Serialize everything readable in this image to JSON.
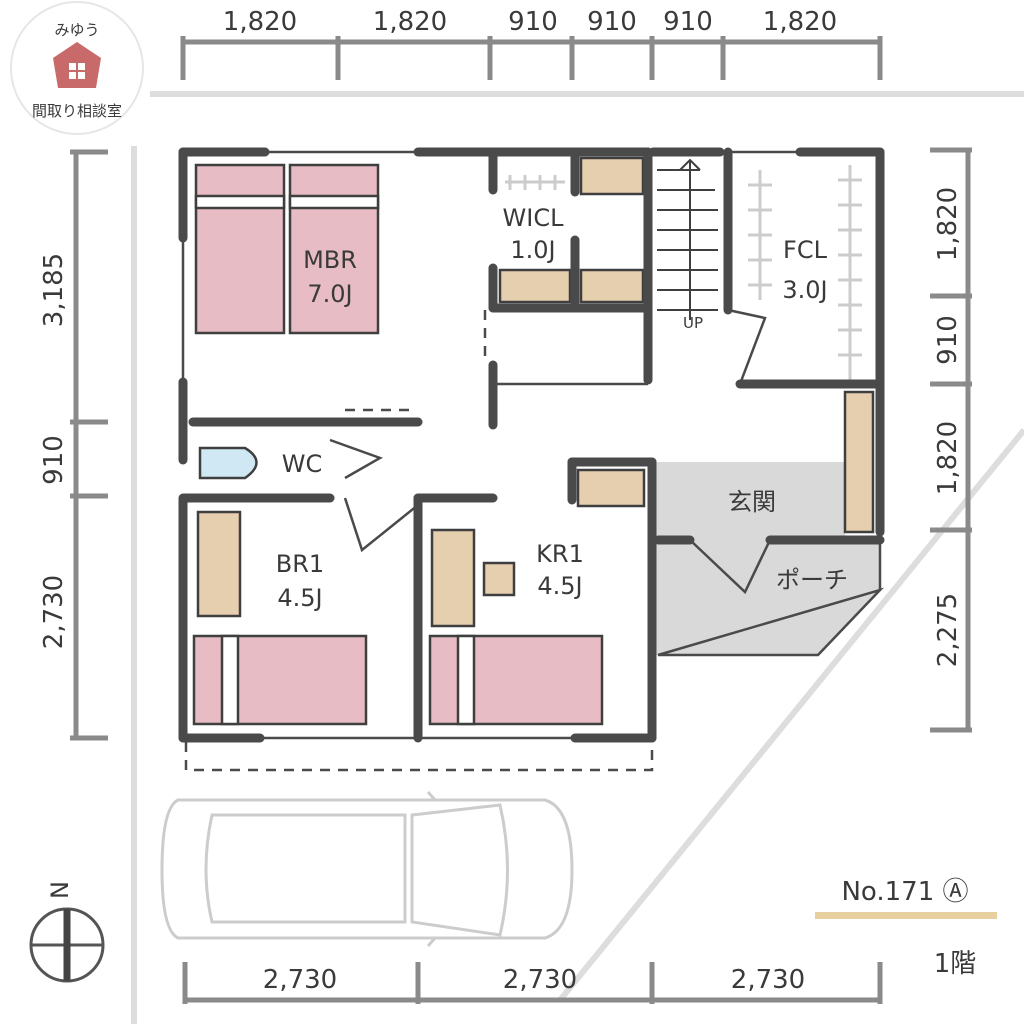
{
  "logo": {
    "name": "みゆう",
    "title": "間取り相談室"
  },
  "dimensions": {
    "top": [
      "1,820",
      "1,820",
      "910",
      "910",
      "910",
      "1,820"
    ],
    "left": [
      "3,185",
      "910",
      "2,730"
    ],
    "right": [
      "1,820",
      "910",
      "1,820",
      "2,275"
    ],
    "bottom": [
      "2,730",
      "2,730",
      "2,730"
    ]
  },
  "rooms": {
    "mbr": {
      "name": "MBR",
      "size": "7.0J"
    },
    "wicl": {
      "name": "WICL",
      "size": "1.0J"
    },
    "fcl": {
      "name": "FCL",
      "size": "3.0J"
    },
    "wc": {
      "name": "WC"
    },
    "br1": {
      "name": "BR1",
      "size": "4.5J"
    },
    "kr1": {
      "name": "KR1",
      "size": "4.5J"
    },
    "genkan": {
      "name": "玄関"
    },
    "porch": {
      "name": "ポーチ"
    },
    "stairs": {
      "label": "UP"
    }
  },
  "compass": {
    "label": "N"
  },
  "plan": {
    "number": "No.171 Ⓐ",
    "floor": "1階"
  },
  "colors": {
    "wall": "#4a4a4a",
    "bed": "#e7bcc4",
    "furniture": "#e6cfae",
    "entrance": "#d9d9d9",
    "road": "#dedede",
    "underline": "#e8cfa0"
  }
}
